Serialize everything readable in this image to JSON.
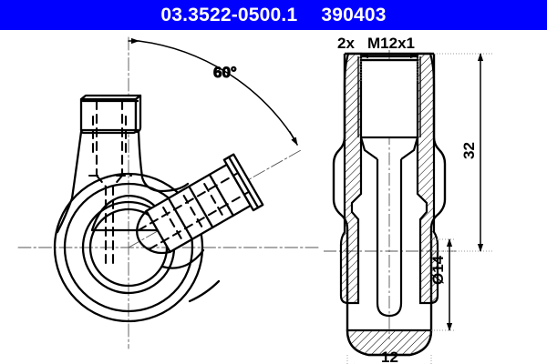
{
  "header": {
    "part_number": "03.3522-0500.1",
    "catalog_number": "390403",
    "background_color": "#0000FF",
    "text_color": "#FFFFFF"
  },
  "drawing": {
    "title": "Banjo brake hose fitting technical drawing",
    "line_color": "#000000",
    "background_color": "#FFFFFF",
    "views": [
      {
        "name": "isometric-view",
        "description": "3D isometric view of banjo fitting with eye ring, vertical port and angled branch"
      },
      {
        "name": "section-view",
        "description": "Cross-section view of banjo bolt with hatching"
      }
    ],
    "annotations": {
      "angle": "60°",
      "thread": "M12x1",
      "thread_qty": "2x",
      "length_overall": "32",
      "diameter": "Ø14",
      "width": "12"
    }
  }
}
